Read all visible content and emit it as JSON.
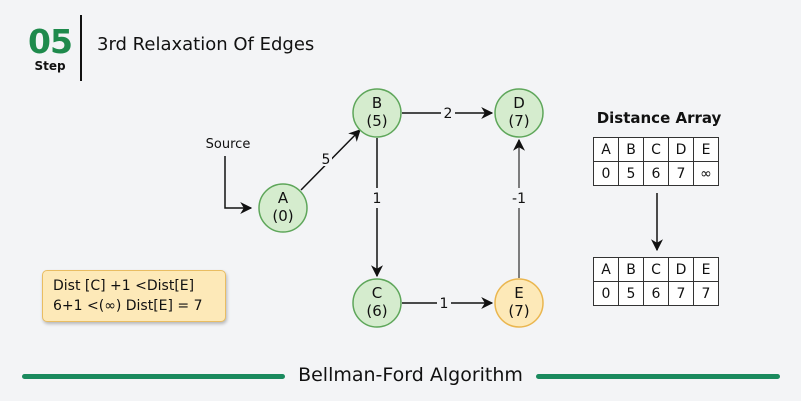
{
  "header": {
    "step_number": "05",
    "step_label": "Step",
    "title": "3rd Relaxation Of Edges"
  },
  "graph": {
    "source_label": "Source",
    "nodes": [
      {
        "id": "A",
        "label": "A",
        "distance": "(0)",
        "state": "visited"
      },
      {
        "id": "B",
        "label": "B",
        "distance": "(5)",
        "state": "visited"
      },
      {
        "id": "C",
        "label": "C",
        "distance": "(6)",
        "state": "visited"
      },
      {
        "id": "D",
        "label": "D",
        "distance": "(7)",
        "state": "visited"
      },
      {
        "id": "E",
        "label": "E",
        "distance": "(7)",
        "state": "updated"
      }
    ],
    "edges": [
      {
        "from": "A",
        "to": "B",
        "weight": "5"
      },
      {
        "from": "B",
        "to": "D",
        "weight": "2"
      },
      {
        "from": "B",
        "to": "C",
        "weight": "1"
      },
      {
        "from": "C",
        "to": "E",
        "weight": "1"
      },
      {
        "from": "E",
        "to": "D",
        "weight": "-1"
      }
    ],
    "colors": {
      "visited_fill": "#d5ecce",
      "visited_stroke": "#5ea65a",
      "updated_fill": "#fde9b8",
      "updated_stroke": "#eab64f"
    }
  },
  "callout": {
    "line1": "Dist [C] +1 <Dist[E]",
    "line2": "6+1 <(∞) Dist[E] = 7"
  },
  "distance_array": {
    "title": "Distance Array",
    "headers": [
      "A",
      "B",
      "C",
      "D",
      "E"
    ],
    "before": [
      "0",
      "5",
      "6",
      "7",
      "∞"
    ],
    "after": [
      "0",
      "5",
      "6",
      "7",
      "7"
    ]
  },
  "footer": {
    "title": "Bellman-Ford Algorithm",
    "accent": "#1a8a5e"
  }
}
